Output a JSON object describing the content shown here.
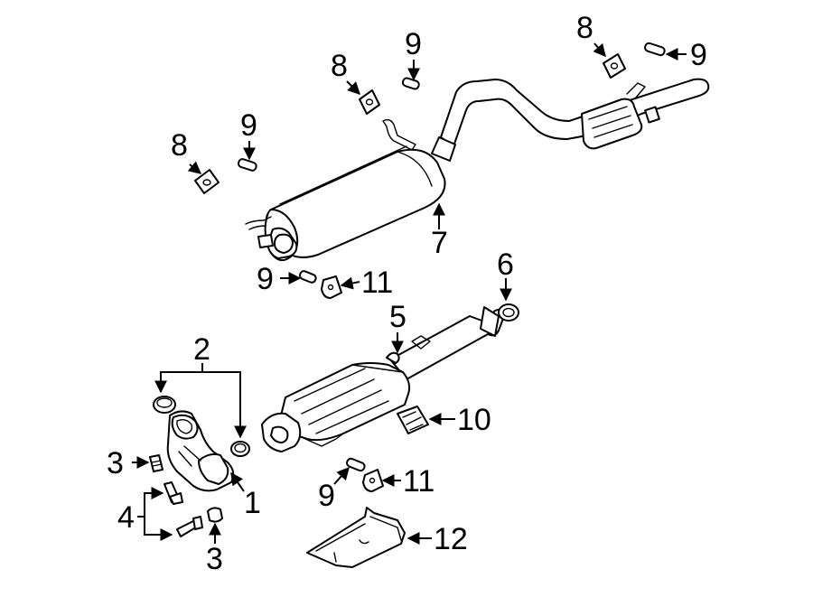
{
  "colors": {
    "line": "#000000",
    "background": "#ffffff"
  },
  "callouts": {
    "c1": "1",
    "c2": "2",
    "c3a": "3",
    "c3b": "3",
    "c4": "4",
    "c5": "5",
    "c6": "6",
    "c7": "7",
    "c8a": "8",
    "c8b": "8",
    "c8c": "8",
    "c9a": "9",
    "c9b": "9",
    "c9c": "9",
    "c9d": "9",
    "c9e": "9",
    "c10": "10",
    "c11a": "11",
    "c11b": "11",
    "c12": "12"
  }
}
